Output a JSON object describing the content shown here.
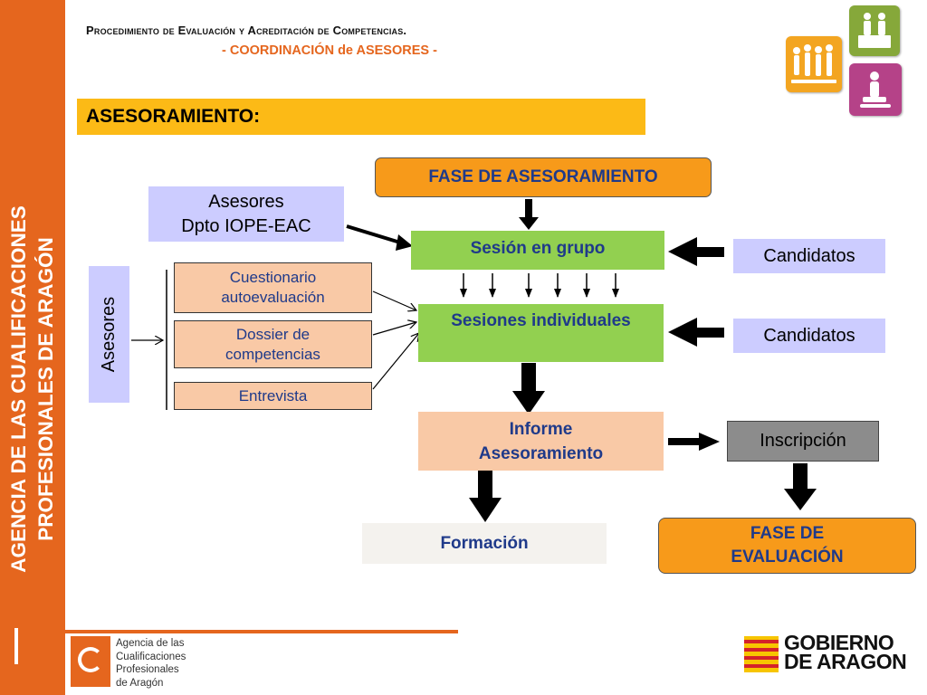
{
  "header": {
    "title": "Procedimiento de Evaluación y Acreditación de Competencias.",
    "subtitle": "- COORDINACIÓN de ASESORES -"
  },
  "sidebar": {
    "line1": "AGENCIA DE LAS CUALIFICACIONES",
    "line2": "PROFESIONALES DE ARAGÓN"
  },
  "section_title": "ASESORAMIENTO:",
  "diagram": {
    "fase_asesoramiento": "FASE DE ASESORAMIENTO",
    "asesores_top_line1": "Asesores",
    "asesores_top_line2": "Dpto IOPE-EAC",
    "sesion_grupo": "Sesión en grupo",
    "candidatos_1": "Candidatos",
    "candidatos_2": "Candidatos",
    "asesores_side": "Asesores",
    "cuestionario_line1": "Cuestionario",
    "cuestionario_line2": "autoevaluación",
    "dossier_line1": "Dossier de",
    "dossier_line2": "competencias",
    "entrevista": "Entrevista",
    "sesiones_individuales": "Sesiones individuales",
    "informe_line1": "Informe",
    "informe_line2": "Asesoramiento",
    "inscripcion": "Inscripción",
    "formacion": "Formación",
    "fase_evaluacion_line1": "FASE DE",
    "fase_evaluacion_line2": "EVALUACIÓN"
  },
  "footer": {
    "agency_line1": "Agencia de las",
    "agency_line2": "Cualificaciones",
    "agency_line3": "Profesionales",
    "agency_line4": "de Aragón",
    "gov_line1": "GOBIERNO",
    "gov_line2": "DE ARAGON"
  },
  "colors": {
    "brand_orange": "#e5661e",
    "banner_yellow": "#fcba16",
    "box_green": "#92d050",
    "box_lavender": "#ccccff",
    "box_peach": "#f9c9a6",
    "box_orange": "#f79a1a",
    "text_blue": "#1f3a8a"
  },
  "icons": [
    "people-group-icon",
    "workers-icon",
    "technician-icon",
    "agency-logo-icon",
    "aragon-flag-icon"
  ]
}
